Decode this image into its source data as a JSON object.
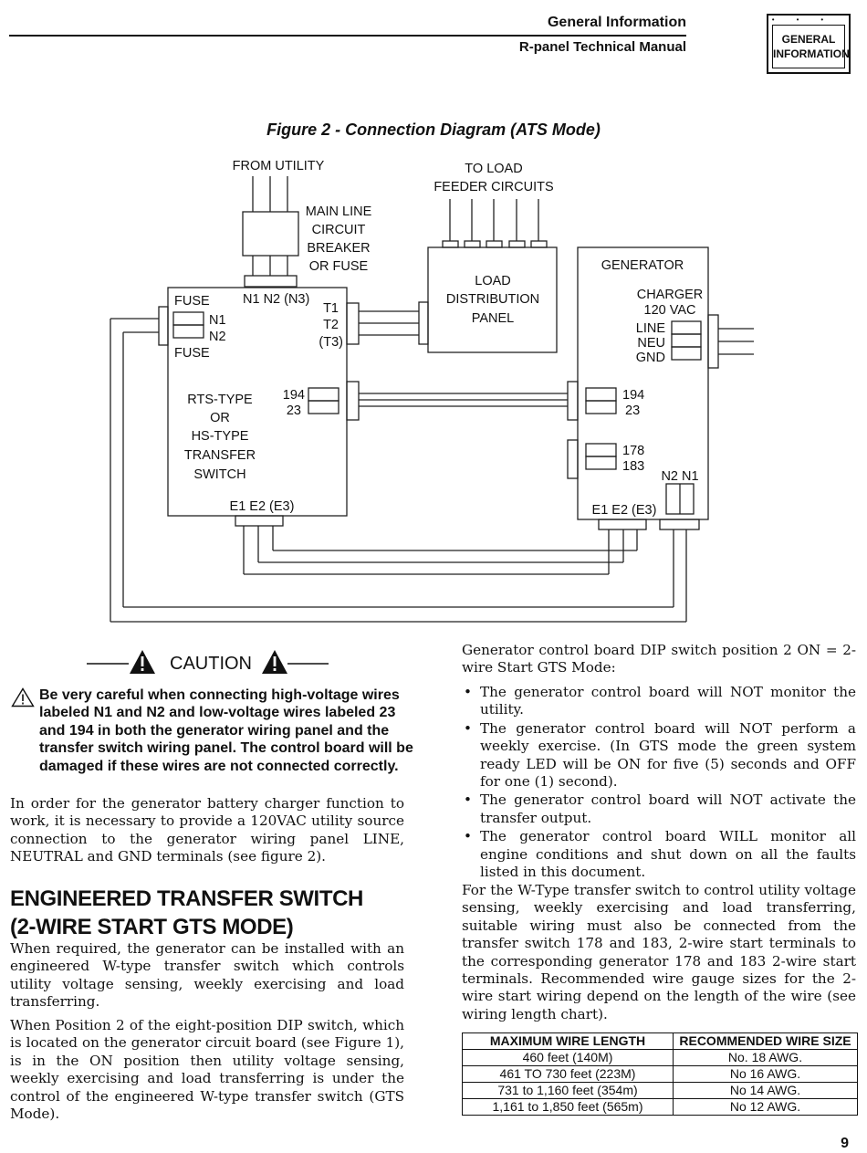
{
  "header": {
    "title": "General Information",
    "subtitle": "R-panel Technical Manual",
    "tab_line1": "GENERAL",
    "tab_line2": "INFORMATION"
  },
  "figure": {
    "title": "Figure 2 - Connection Diagram (ATS Mode)",
    "labels": {
      "from_utility": "FROM UTILITY",
      "main_line_1": "MAIN LINE",
      "main_line_2": "CIRCUIT",
      "main_line_3": "BREAKER",
      "main_line_4": "OR FUSE",
      "to_load_1": "TO LOAD",
      "to_load_2": "FEEDER CIRCUITS",
      "load_panel_1": "LOAD",
      "load_panel_2": "DISTRIBUTION",
      "load_panel_3": "PANEL",
      "fuse_top": "FUSE",
      "fuse_bottom": "FUSE",
      "n1": "N1",
      "n2": "N2",
      "n1n2n3": "N1 N2 (N3)",
      "t1": "T1",
      "t2": "T2",
      "t3": "(T3)",
      "ts_1": "RTS-TYPE",
      "ts_2": "OR",
      "ts_3": "HS-TYPE",
      "ts_4": "TRANSFER",
      "ts_5": "SWITCH",
      "ts_194": "194",
      "ts_23": "23",
      "ts_e": "E1 E2 (E3)",
      "generator": "GENERATOR",
      "charger_1": "CHARGER",
      "charger_2": "120 VAC",
      "line": "LINE",
      "neu": "NEU",
      "gnd": "GND",
      "gen_194": "194",
      "gen_23": "23",
      "gen_178": "178",
      "gen_183": "183",
      "gen_n2n1": "N2 N1",
      "gen_e": "E1 E2 (E3)"
    }
  },
  "caution": {
    "label": "CAUTION",
    "warning": "Be very careful when connecting high-voltage wires labeled N1 and N2 and low-voltage wires labeled 23 and 194 in both the generator wiring panel and the transfer switch wiring panel. The control board will be damaged if these wires are not connected correctly."
  },
  "left_column": {
    "para1": "In order for the generator battery charger function to work, it is necessary to provide a 120VAC utility source connection to the generator wiring panel LINE, NEUTRAL and GND terminals (see figure 2).",
    "heading_line1": "ENGINEERED TRANSFER SWITCH",
    "heading_line2": "(2-WIRE START GTS MODE)",
    "para2": "When required, the generator can be installed with an engineered W-type transfer switch which controls utility voltage sensing, weekly exercising and load transferring.",
    "para3": "When Position 2 of the eight-position DIP switch, which is located on the generator circuit board (see Figure 1), is in the ON position then utility voltage sensing, weekly exercising and load transferring is under the control of the engineered W-type transfer switch (GTS Mode)."
  },
  "right_column": {
    "intro": "Generator control board DIP switch position 2 ON = 2-wire Start GTS Mode:",
    "bullets": [
      "The generator control board will NOT monitor the utility.",
      "The generator control board will NOT perform a weekly exercise. (In GTS mode the green system ready LED will be ON for five (5) seconds and OFF for one (1) second).",
      "The generator control board will NOT activate the transfer output.",
      "The generator control board WILL monitor all engine conditions and shut down on all the faults listed in this document."
    ],
    "para": "For the W-Type transfer switch to control utility voltage sensing, weekly exercising and load transferring, suitable wiring must also be connected from the transfer switch 178 and 183, 2-wire start terminals to the corresponding generator 178 and 183 2-wire start terminals. Recommended wire gauge sizes for the 2-wire start wiring depend on the length of the wire (see wiring length chart).",
    "table": {
      "headers": [
        "MAXIMUM WIRE LENGTH",
        "RECOMMENDED WIRE SIZE"
      ],
      "rows": [
        [
          "460 feet (140M)",
          "No. 18 AWG."
        ],
        [
          "461 TO 730 feet (223M)",
          "No 16 AWG."
        ],
        [
          "731 to 1,160 feet (354m)",
          "No 14 AWG."
        ],
        [
          "1,161 to 1,850 feet (565m)",
          "No 12 AWG."
        ]
      ]
    }
  },
  "page_number": "9"
}
